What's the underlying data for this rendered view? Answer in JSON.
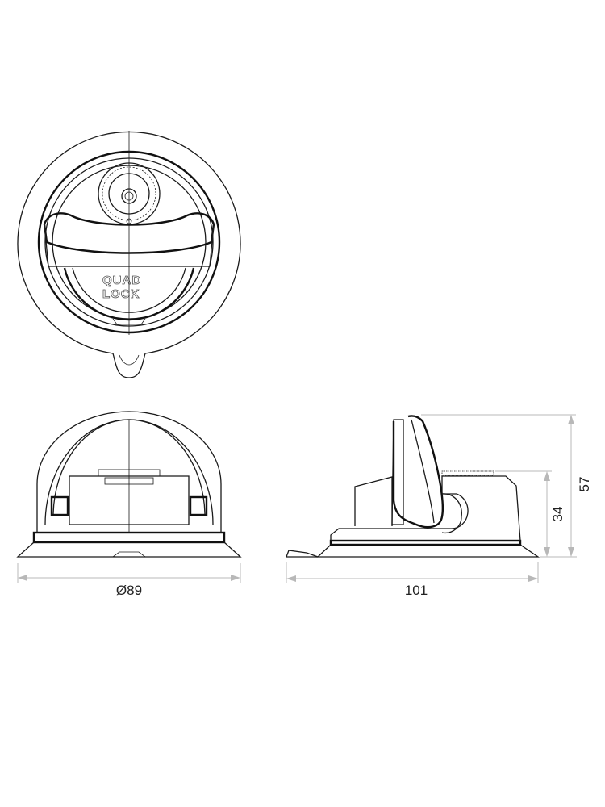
{
  "drawing": {
    "title": "Quad Lock mount technical drawing",
    "logo_text": [
      "QUAD",
      "LOCK"
    ],
    "dimensions": {
      "diameter": {
        "label": "Ø89",
        "value_mm": 89
      },
      "length": {
        "label": "101",
        "value_mm": 101
      },
      "base_height": {
        "label": "34",
        "value_mm": 34
      },
      "total_height": {
        "label": "57",
        "value_mm": 57
      }
    }
  }
}
